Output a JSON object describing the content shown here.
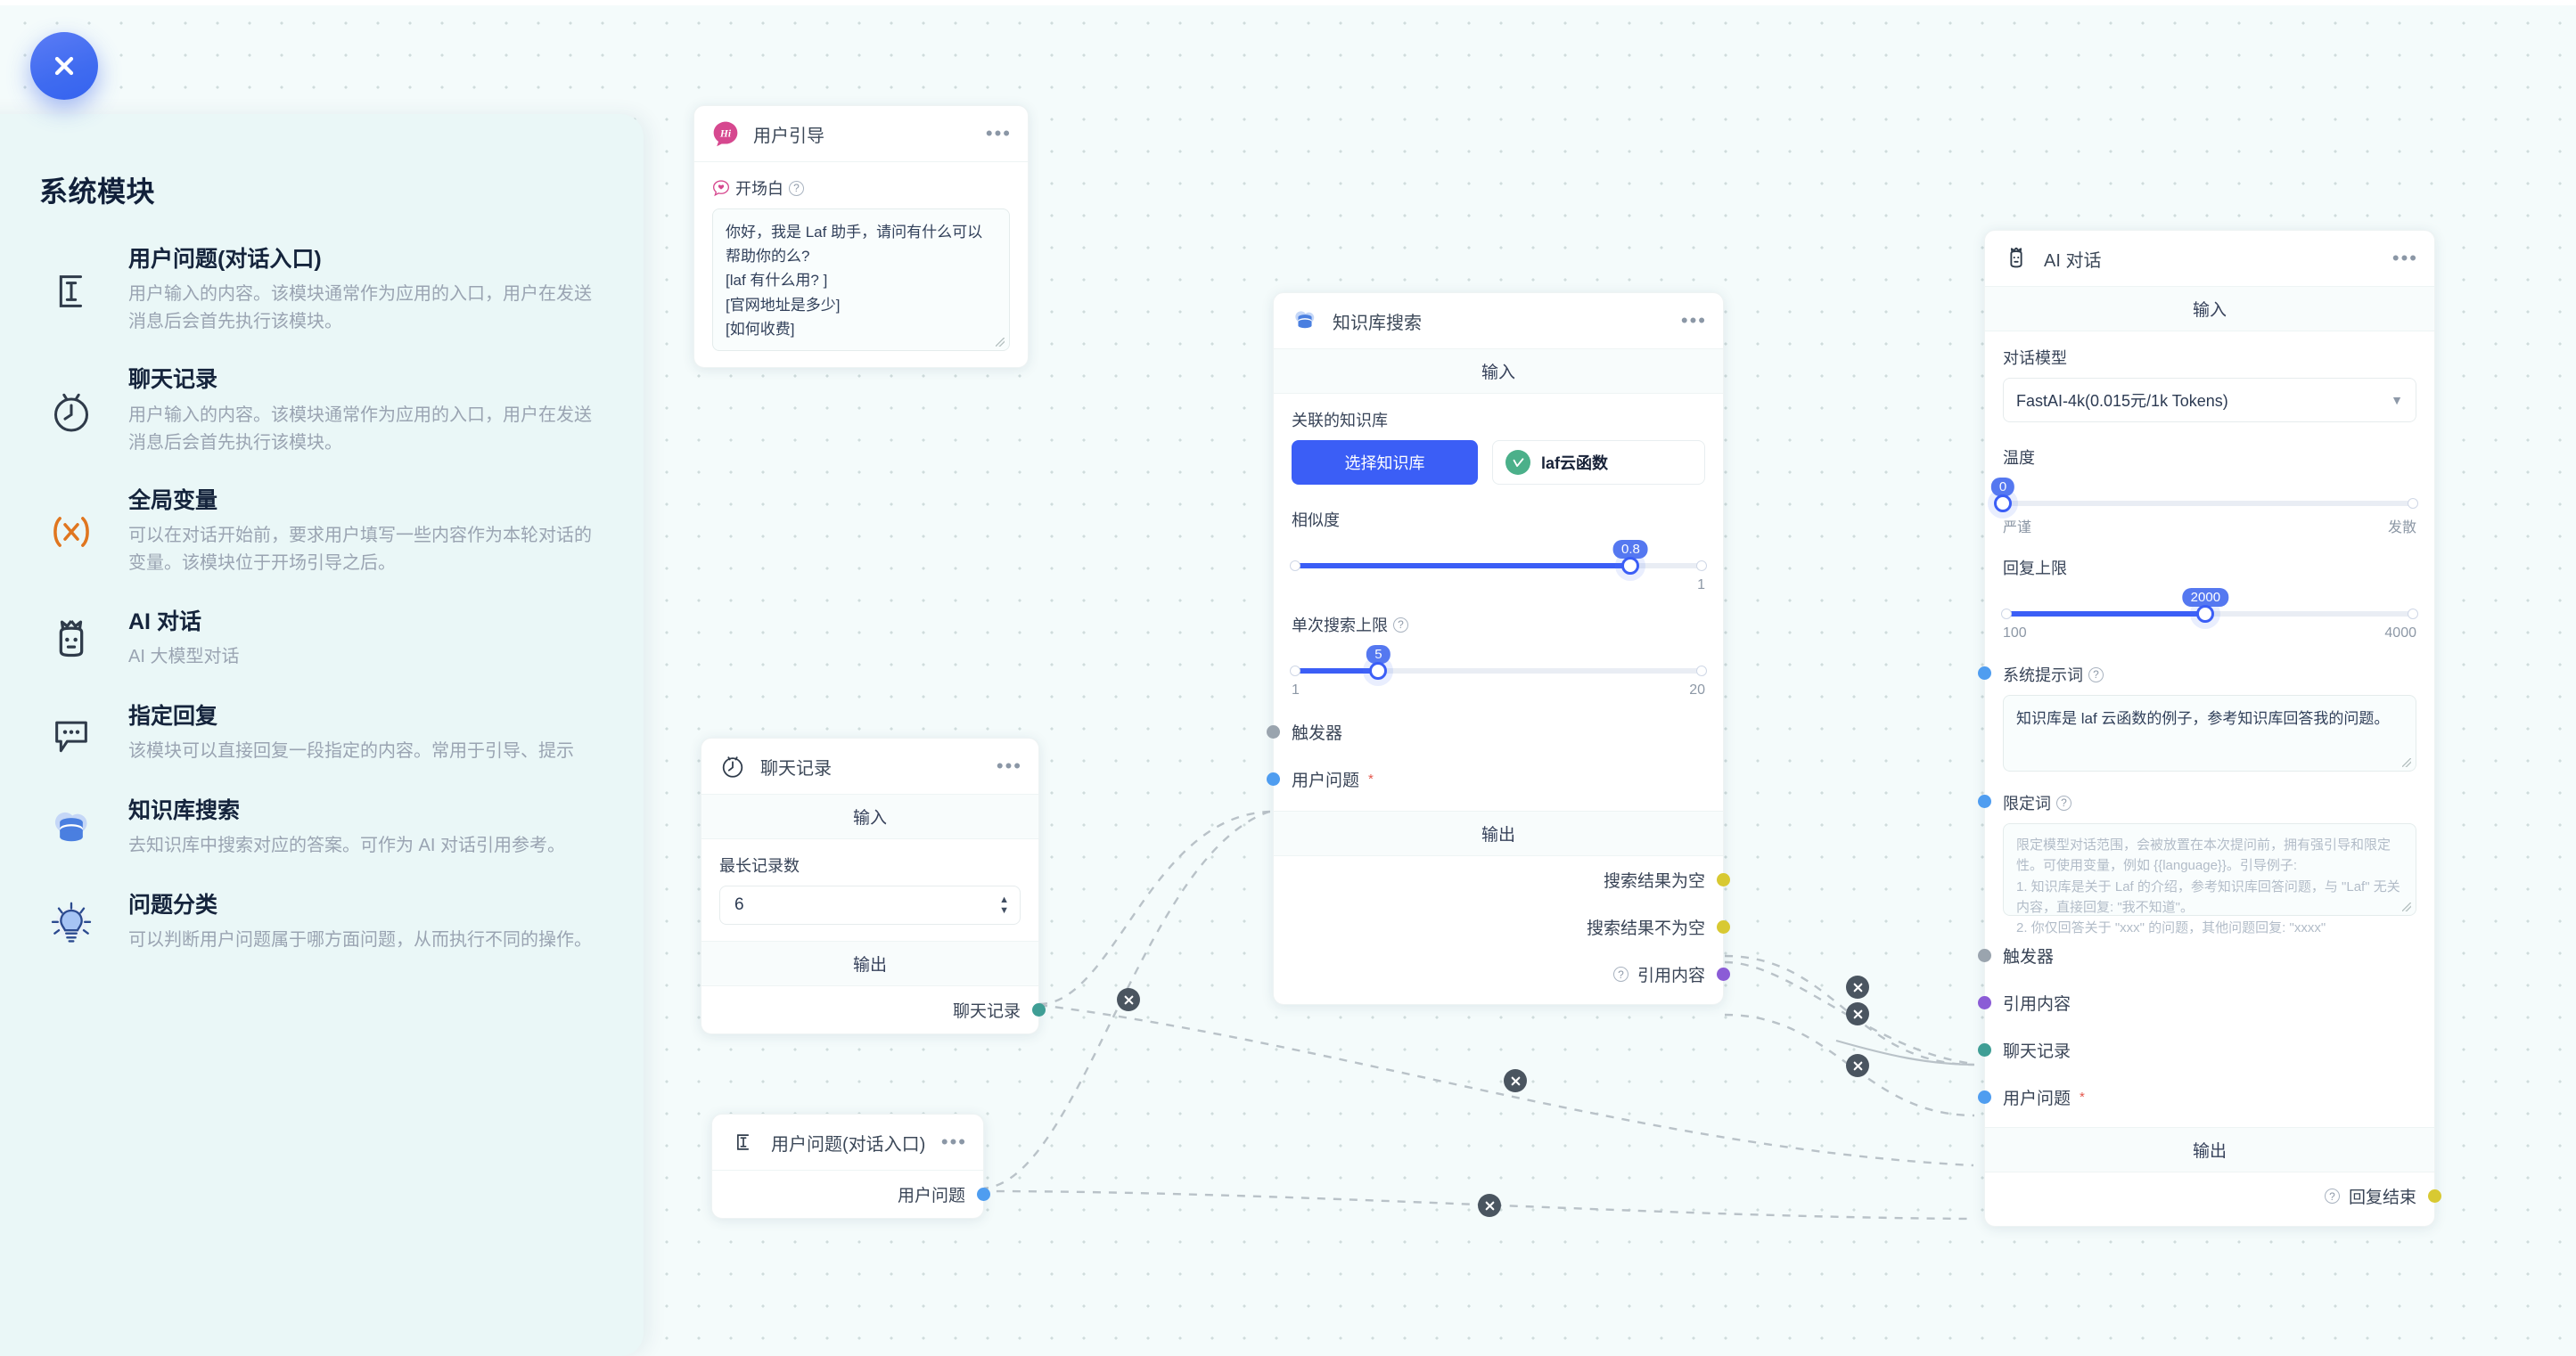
{
  "sidebar": {
    "title": "系统模块",
    "close_icon": "close-icon",
    "items": [
      {
        "icon": "text-cursor-icon",
        "name": "用户问题(对话入口)",
        "desc": "用户输入的内容。该模块通常作为应用的入口，用户在发送消息后会首先执行该模块。"
      },
      {
        "icon": "clock-icon",
        "name": "聊天记录",
        "desc": "用户输入的内容。该模块通常作为应用的入口，用户在发送消息后会首先执行该模块。"
      },
      {
        "icon": "variable-icon",
        "name": "全局变量",
        "desc": "可以在对话开始前，要求用户填写一些内容作为本轮对话的变量。该模块位于开场引导之后。"
      },
      {
        "icon": "robot-icon",
        "name": "AI 对话",
        "desc": "AI 大模型对话"
      },
      {
        "icon": "chat-bubble-icon",
        "name": "指定回复",
        "desc": "该模块可以直接回复一段指定的内容。常用于引导、提示"
      },
      {
        "icon": "database-icon",
        "name": "知识库搜索",
        "desc": "去知识库中搜索对应的答案。可作为 AI 对话引用参考。"
      },
      {
        "icon": "lightbulb-icon",
        "name": "问题分类",
        "desc": "可以判断用户问题属于哪方面问题，从而执行不同的操作。"
      }
    ]
  },
  "nodes": {
    "guide": {
      "title": "用户引导",
      "icon": "hi-avatar-icon",
      "menu": "•••",
      "field_label": "开场白",
      "value": "你好，我是 Laf 助手，请问有什么可以帮助你的么?\n[laf 有什么用? ]\n[官网地址是多少]\n[如何收费]"
    },
    "history": {
      "title": "聊天记录",
      "icon": "clock-icon",
      "menu": "•••",
      "input_band": "输入",
      "output_band": "输出",
      "field_label": "最长记录数",
      "value": "6",
      "output_name": "聊天记录"
    },
    "question": {
      "title": "用户问题(对话入口)",
      "icon": "text-cursor-icon",
      "menu": "•••",
      "output_name": "用户问题"
    },
    "kb": {
      "title": "知识库搜索",
      "icon": "database-icon",
      "menu": "•••",
      "input_band": "输入",
      "output_band": "输出",
      "kb_label": "关联的知识库",
      "kb_button": "选择知识库",
      "kb_chip": "laf云函数",
      "sim_label": "相似度",
      "sim_value": "0.8",
      "sim_min": "",
      "sim_max": "1",
      "limit_label": "单次搜索上限",
      "limit_value": "5",
      "limit_min": "1",
      "limit_max": "20",
      "inputs": [
        {
          "name": "触发器",
          "color": "#9aa4ae",
          "required": false
        },
        {
          "name": "用户问题",
          "color": "#4f9df0",
          "required": true
        }
      ],
      "outputs": [
        {
          "name": "搜索结果为空",
          "color": "#d8c932",
          "help": false
        },
        {
          "name": "搜索结果不为空",
          "color": "#d8c932",
          "help": false
        },
        {
          "name": "引用内容",
          "color": "#8b5cd6",
          "help": true
        }
      ]
    },
    "ai": {
      "title": "AI 对话",
      "icon": "robot-icon",
      "menu": "•••",
      "input_band": "输入",
      "output_band": "输出",
      "model_label": "对话模型",
      "model_value": "FastAI-4k(0.015元/1k Tokens)",
      "temp_label": "温度",
      "temp_value": "0",
      "temp_min_label": "严谨",
      "temp_max_label": "发散",
      "max_label": "回复上限",
      "max_value": "2000",
      "max_min": "100",
      "max_max": "4000",
      "sysprompt_label": "系统提示词",
      "sysprompt_value": "知识库是 laf 云函数的例子，参考知识库回答我的问题。",
      "limiter_label": "限定词",
      "limiter_placeholder": "限定模型对话范围，会被放置在本次提问前，拥有强引导和限定性。可使用变量，例如 {{language}}。引导例子:\n1. 知识库是关于 Laf 的介绍，参考知识库回答问题，与 \"Laf\" 无关内容，直接回复: \"我不知道\"。\n2. 你仅回答关于 \"xxx\" 的问题，其他问题回复: \"xxxx\"",
      "inputs": [
        {
          "name": "触发器",
          "color": "#9aa4ae",
          "required": false
        },
        {
          "name": "引用内容",
          "color": "#8b5cd6",
          "required": false
        },
        {
          "name": "聊天记录",
          "color": "#3f9e95",
          "required": false
        },
        {
          "name": "用户问题",
          "color": "#4f9df0",
          "required": true
        }
      ],
      "outputs": [
        {
          "name": "回复结束",
          "color": "#d8c932",
          "help": true
        }
      ]
    }
  },
  "colors": {
    "accent": "#3b5ef6",
    "panel_bg": "#eaf7f7",
    "canvas_bg": "#f4fbfb"
  }
}
